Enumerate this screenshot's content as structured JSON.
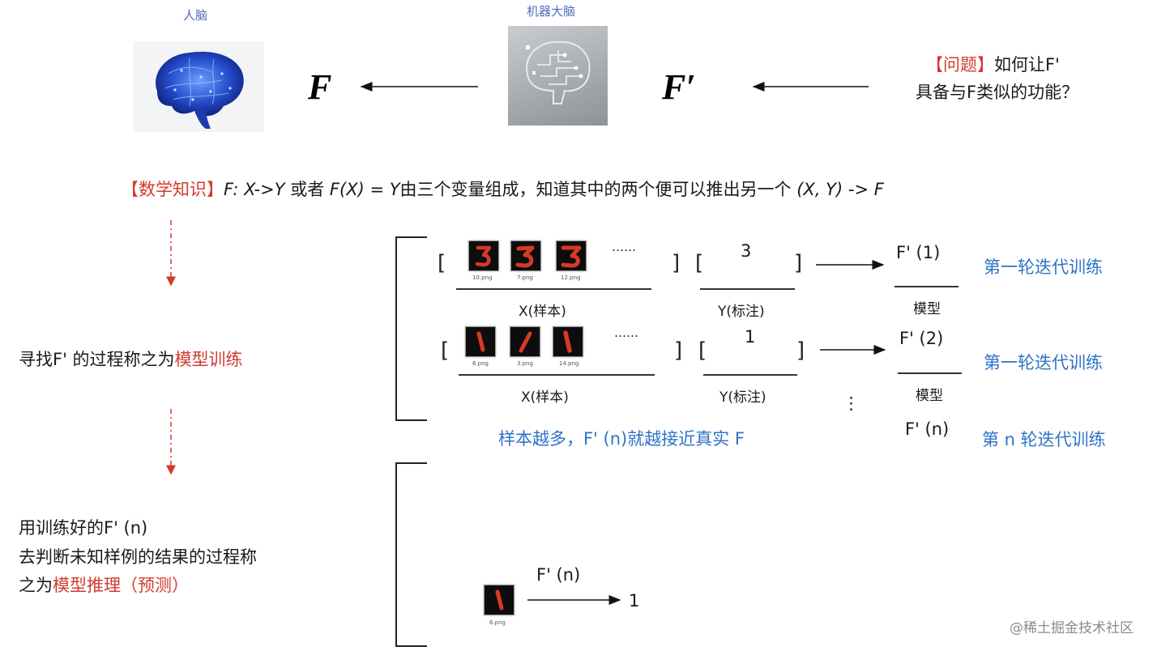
{
  "top": {
    "human_brain_caption": "人脑",
    "machine_brain_caption": "机器大脑",
    "f_label": "F",
    "f_prime_label": "F′",
    "question_tag": "【问题】",
    "question_line1": "如何让F'",
    "question_line2": "具备与F类似的功能？"
  },
  "math": {
    "tag": "【数学知识】",
    "formula1": "F: X->Y",
    "or": "或者",
    "formula2": "F(X) = Y",
    "desc": "由三个变量组成，知道其中的两个便可以推出另一个",
    "formula3": "(X, Y) -> F"
  },
  "left": {
    "training_prefix": "寻找F'  的过程称之为",
    "training_term": "模型训练",
    "inference_line1": "用训练好的F'  (n)",
    "inference_line2": "去判断未知样例的结果的过程称",
    "inference_line3_prefix": "之为",
    "inference_term": "模型推理（预测）"
  },
  "training": {
    "rows": [
      {
        "images": [
          "10.png",
          "7.png",
          "12.png"
        ],
        "digit": "3",
        "dots": "……",
        "label": "3",
        "x_caption": "X(样本)",
        "y_caption": "Y(标注)",
        "model": "F'  (1)",
        "model_caption": "模型",
        "round": "第一轮迭代训练"
      },
      {
        "images": [
          "6.png",
          "3.png",
          "14.png"
        ],
        "digit": "1",
        "dots": "……",
        "label": "1",
        "x_caption": "X(样本)",
        "y_caption": "Y(标注)",
        "model": "F'  (2)",
        "model_caption": "模型",
        "round": "第一轮迭代训练"
      }
    ],
    "vdots": "⋮",
    "summary": "样本越多，F'  (n)就越接近真实 F",
    "final_model": "F'  (n)",
    "final_round": "第 n 轮迭代训练",
    "bracket_open": "[",
    "bracket_close": "]"
  },
  "inference": {
    "image": "6.png",
    "model": "F'  (n)",
    "result": "1"
  },
  "watermark": "@稀土掘金技术社区",
  "colors": {
    "red": "#d23b2f",
    "blue": "#2f73c6",
    "caption": "#4f6fb8"
  }
}
